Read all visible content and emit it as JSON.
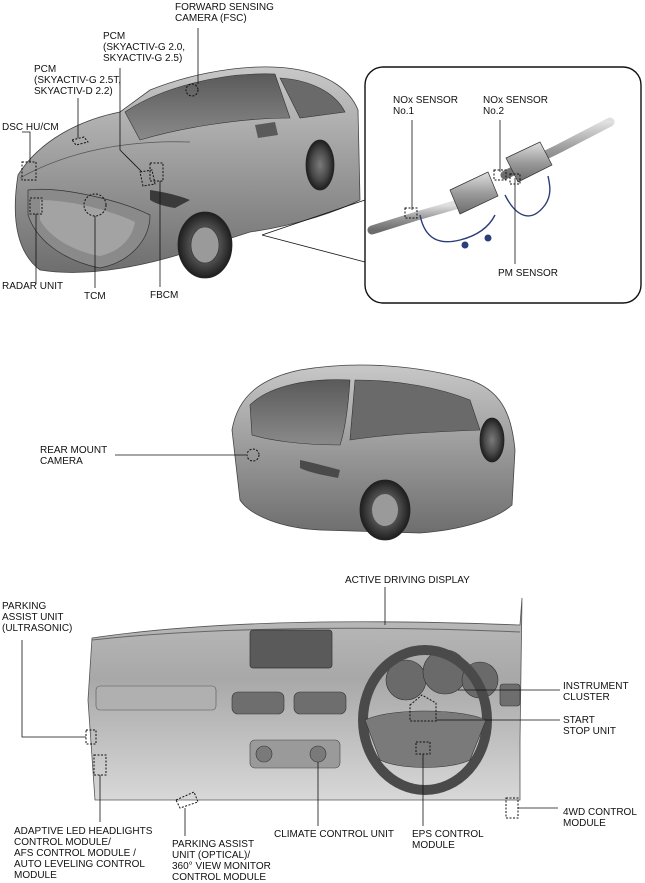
{
  "section1": {
    "labels": {
      "fsc": "FORWARD SENSING\nCAMERA (FSC)",
      "pcm_g": "PCM\n(SKYACTIV-G 2.0,\nSKYACTIV-G 2.5)",
      "pcm_t": "PCM\n(SKYACTIV-G 2.5T,\nSKYACTIV-D 2.2)",
      "dsc": "DSC HU/CM",
      "radar": "RADAR UNIT",
      "tcm": "TCM",
      "fbcm": "FBCM",
      "nox1": "NOx SENSOR\nNo.1",
      "nox2": "NOx SENSOR\nNo.2",
      "pm": "PM SENSOR"
    }
  },
  "section2": {
    "labels": {
      "rear_camera": "REAR MOUNT\nCAMERA"
    }
  },
  "section3": {
    "labels": {
      "add": "ACTIVE DRIVING DISPLAY",
      "parking_ultra": "PARKING\nASSIST UNIT\n(ULTRASONIC)",
      "cluster": "INSTRUMENT\nCLUSTER",
      "start_stop": "START\nSTOP UNIT",
      "awd": "4WD CONTROL\nMODULE",
      "headlights": "ADAPTIVE LED HEADLIGHTS\nCONTROL MODULE/\nAFS CONTROL MODULE /\nAUTO LEVELING CONTROL\nMODULE",
      "parking_optical": "PARKING ASSIST\nUNIT (OPTICAL)/\n360° VIEW MONITOR\nCONTROL MODULE",
      "climate": "CLIMATE CONTROL UNIT",
      "eps": "EPS CONTROL\nMODULE"
    }
  }
}
